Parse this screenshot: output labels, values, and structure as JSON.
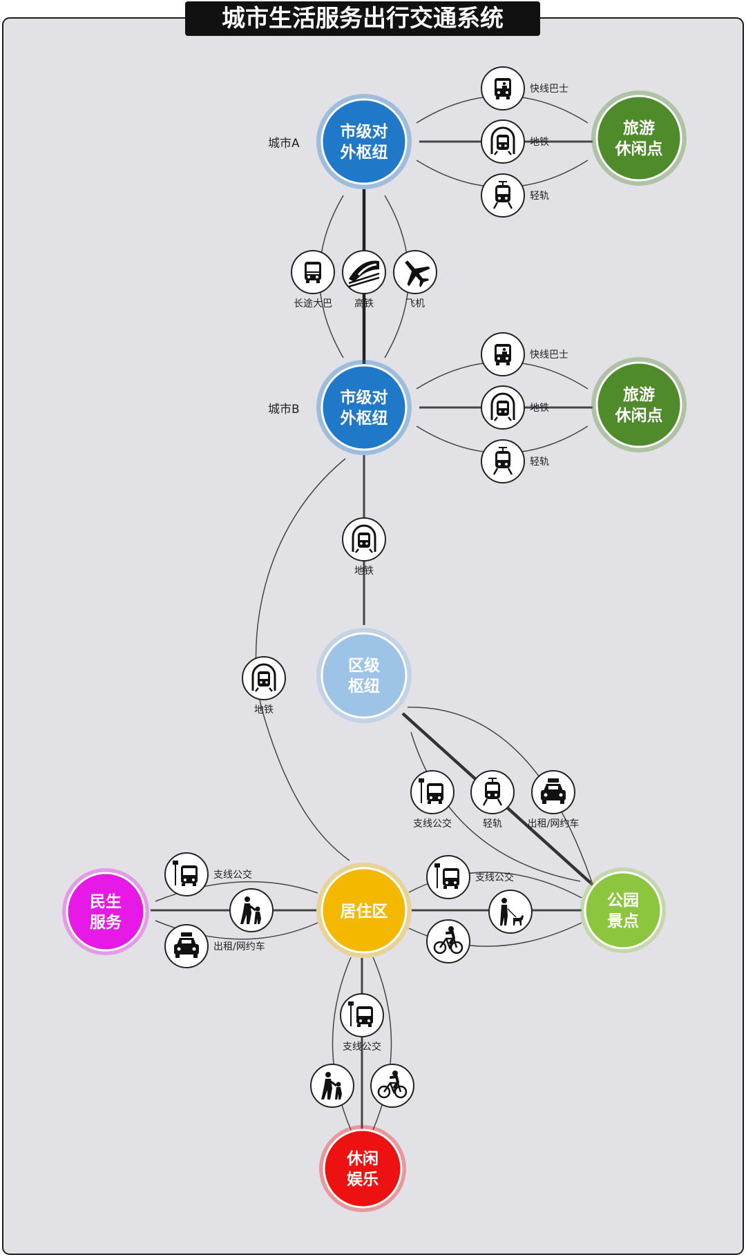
{
  "title": "城市生活服务出行交通系统",
  "colors": {
    "hub_blue": "#1f78c8",
    "district_blue": "#9dc3e6",
    "tourism_green": "#4f8a2b",
    "park_green": "#8cc63f",
    "residential_yellow": "#f5b800",
    "livelihood_magenta": "#e619e6",
    "leisure_red": "#ee1111",
    "background": "#e2e1e6"
  },
  "nodes": {
    "hub_a": {
      "line1": "市级对",
      "line2": "外枢纽",
      "city_label": "城市A"
    },
    "hub_b": {
      "line1": "市级对",
      "line2": "外枢纽",
      "city_label": "城市B"
    },
    "tourism_a": {
      "line1": "旅游",
      "line2": "休闲点"
    },
    "tourism_b": {
      "line1": "旅游",
      "line2": "休闲点"
    },
    "district": {
      "line1": "区级",
      "line2": "枢纽"
    },
    "residential": {
      "line1": "居住区"
    },
    "livelihood": {
      "line1": "民生",
      "line2": "服务"
    },
    "park": {
      "line1": "公园",
      "line2": "景点"
    },
    "leisure": {
      "line1": "休闲",
      "line2": "娱乐"
    }
  },
  "modes": {
    "hub_a_tourism": [
      {
        "icon": "express-bus-icon",
        "label": "快线巴士"
      },
      {
        "icon": "subway-icon",
        "label": "地铁"
      },
      {
        "icon": "light-rail-icon",
        "label": "轻轨"
      }
    ],
    "hub_ab": [
      {
        "icon": "coach-bus-icon",
        "label": "长途大巴"
      },
      {
        "icon": "high-speed-rail-icon",
        "label": "高铁"
      },
      {
        "icon": "airplane-icon",
        "label": "飞机"
      }
    ],
    "hub_b_tourism": [
      {
        "icon": "express-bus-icon",
        "label": "快线巴士"
      },
      {
        "icon": "subway-icon",
        "label": "地铁"
      },
      {
        "icon": "light-rail-icon",
        "label": "轻轨"
      }
    ],
    "hub_b_district": {
      "icon": "subway-icon",
      "label": "地铁"
    },
    "hub_b_residential": {
      "icon": "subway-icon",
      "label": "地铁"
    },
    "district_park": [
      {
        "icon": "feeder-bus-icon",
        "label": "支线公交"
      },
      {
        "icon": "light-rail-icon",
        "label": "轻轨"
      },
      {
        "icon": "taxi-icon",
        "label": "出租/网约车"
      }
    ],
    "residential_livelihood": [
      {
        "icon": "feeder-bus-icon",
        "label": "支线公交"
      },
      {
        "icon": "walking-with-child-icon",
        "label": ""
      },
      {
        "icon": "taxi-icon",
        "label": "出租/网约车"
      }
    ],
    "residential_park": [
      {
        "icon": "feeder-bus-icon",
        "label": "支线公交"
      },
      {
        "icon": "dog-walking-icon",
        "label": ""
      },
      {
        "icon": "cycling-icon",
        "label": ""
      }
    ],
    "residential_leisure": [
      {
        "icon": "feeder-bus-icon",
        "label": "支线公交"
      },
      {
        "icon": "walking-with-child-icon",
        "label": ""
      },
      {
        "icon": "cycling-icon",
        "label": ""
      }
    ]
  }
}
